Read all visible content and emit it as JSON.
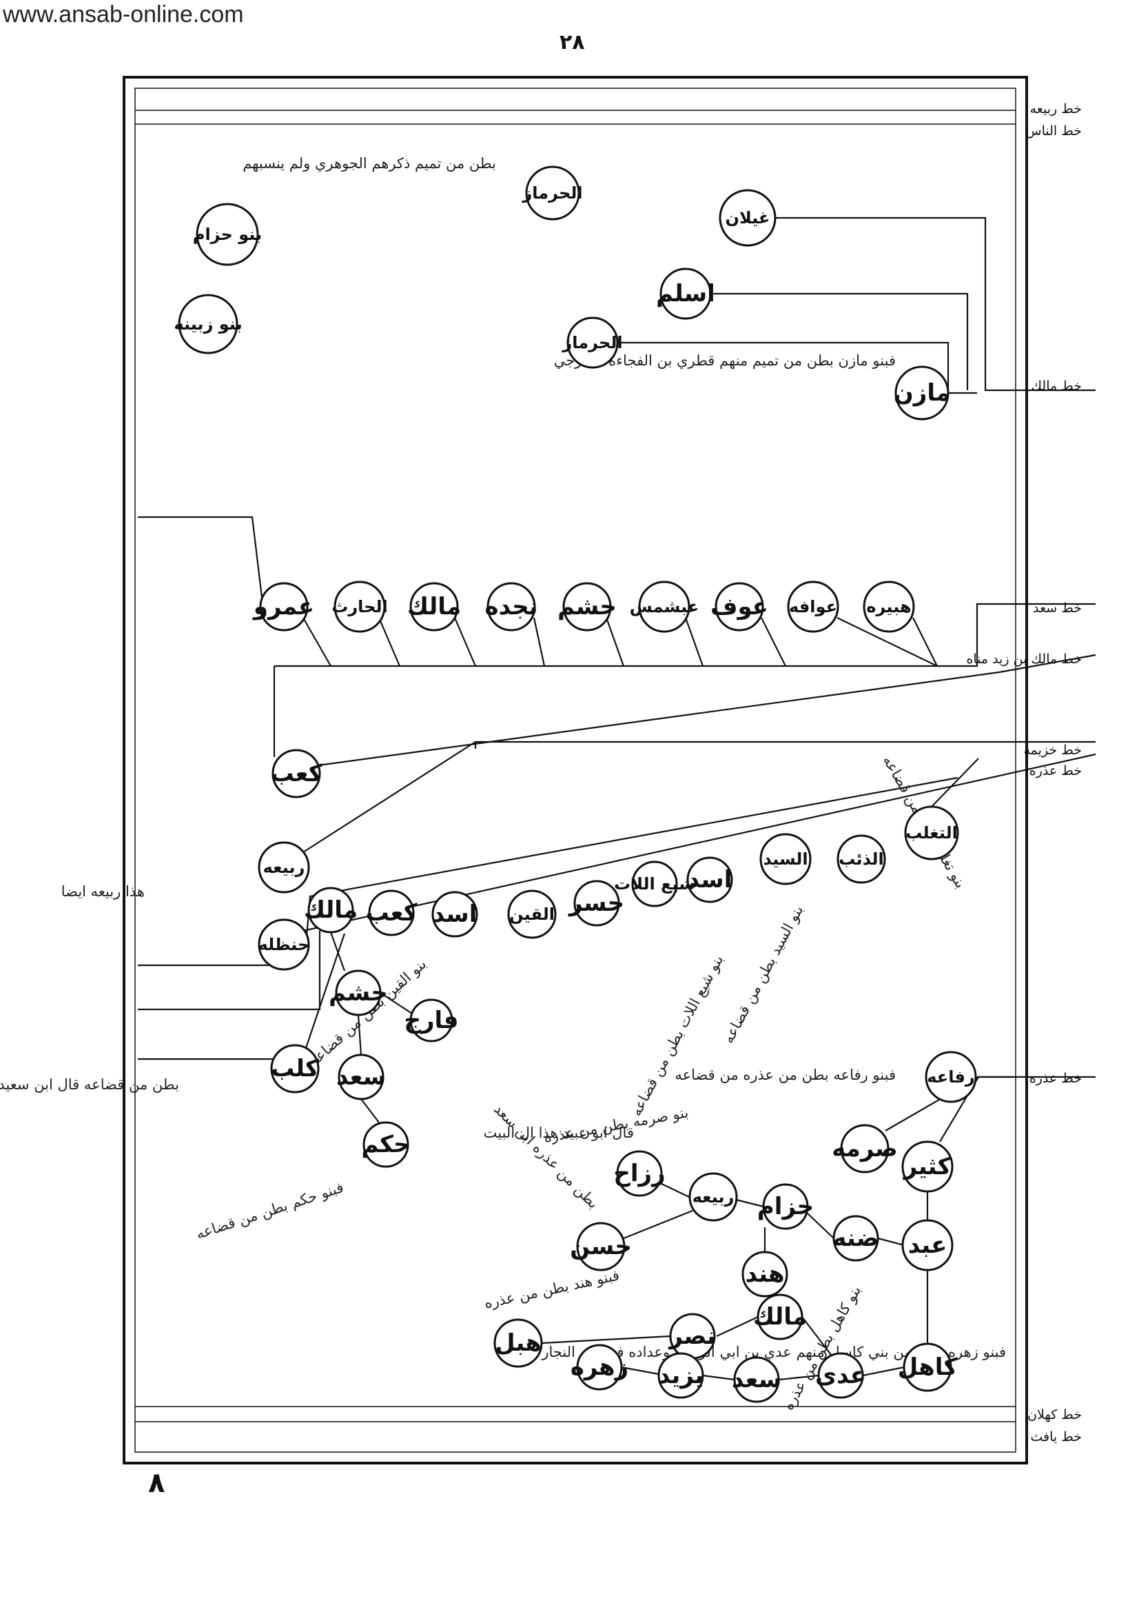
{
  "site": {
    "url": "www.ansab-online.com"
  },
  "page": {
    "number": "٢٨",
    "corner_mark": "٨"
  },
  "line_labels": [
    {
      "id": "rabia",
      "text": "خط ربيعه"
    },
    {
      "id": "nas",
      "text": "خط الناس"
    },
    {
      "id": "malik",
      "text": "خط مالك"
    },
    {
      "id": "saad",
      "text": "خط سعد"
    },
    {
      "id": "malik-zayd",
      "text": "خط مالك بن زيد مناه"
    },
    {
      "id": "khuzayma",
      "text": "خط خزيمه"
    },
    {
      "id": "udra-line",
      "text": "خط عذره"
    },
    {
      "id": "udra",
      "text": "خط عذره"
    },
    {
      "id": "kahlan",
      "text": "خط كهلان"
    },
    {
      "id": "yafith",
      "text": "خط يافث"
    }
  ],
  "nodes": [
    {
      "id": "ghaylan",
      "label": "غيلان"
    },
    {
      "id": "aslam",
      "label": "اسلم"
    },
    {
      "id": "hurmaz-top",
      "label": "الحرماز"
    },
    {
      "id": "hurmaz",
      "label": "الحرماز"
    },
    {
      "id": "mazin",
      "label": "مازن"
    },
    {
      "id": "banu-hizam",
      "label": "بنو حزام"
    },
    {
      "id": "banu-zubayna",
      "label": "بنو زبينه"
    },
    {
      "id": "hubayra",
      "label": "هبيره"
    },
    {
      "id": "awafa",
      "label": "عوافه"
    },
    {
      "id": "awf",
      "label": "عوف"
    },
    {
      "id": "abd-shams",
      "label": "عبشمس"
    },
    {
      "id": "jusham-1",
      "label": "جشم"
    },
    {
      "id": "najda",
      "label": "نجده"
    },
    {
      "id": "malik-1",
      "label": "مالك"
    },
    {
      "id": "harith",
      "label": "الحارث"
    },
    {
      "id": "amr",
      "label": "عمرو"
    },
    {
      "id": "kaab-1",
      "label": "كعب"
    },
    {
      "id": "rabia",
      "label": "ربيعه"
    },
    {
      "id": "hanzala",
      "label": "حنظله"
    },
    {
      "id": "taghlib",
      "label": "التغلب"
    },
    {
      "id": "dhib",
      "label": "الذئب"
    },
    {
      "id": "sayyid",
      "label": "السيد"
    },
    {
      "id": "asad-1",
      "label": "اسد"
    },
    {
      "id": "shaya-allat",
      "label": "شيع اللات"
    },
    {
      "id": "jasr",
      "label": "جسر"
    },
    {
      "id": "qayn",
      "label": "القين"
    },
    {
      "id": "asad-2",
      "label": "اسد"
    },
    {
      "id": "kaab-2",
      "label": "كعب"
    },
    {
      "id": "malik-2",
      "label": "مالك"
    },
    {
      "id": "jusham-2",
      "label": "جشم"
    },
    {
      "id": "farij",
      "label": "فارج"
    },
    {
      "id": "kalb",
      "label": "كلب"
    },
    {
      "id": "saad-1",
      "label": "سعد"
    },
    {
      "id": "hakam",
      "label": "حكم"
    },
    {
      "id": "rifaa",
      "label": "رفاعه"
    },
    {
      "id": "sirma",
      "label": "صرمه"
    },
    {
      "id": "kathir",
      "label": "كثير"
    },
    {
      "id": "zirah",
      "label": "رزاح"
    },
    {
      "id": "rabia-2",
      "label": "ربيعه"
    },
    {
      "id": "hizam",
      "label": "حزام"
    },
    {
      "id": "dabba",
      "label": "ضنه"
    },
    {
      "id": "abd",
      "label": "عبد"
    },
    {
      "id": "hasan",
      "label": "حسن"
    },
    {
      "id": "hind",
      "label": "هند"
    },
    {
      "id": "hubal",
      "label": "هبل"
    },
    {
      "id": "nasr",
      "label": "نصر"
    },
    {
      "id": "malik-3",
      "label": "مالك"
    },
    {
      "id": "zuhra",
      "label": "زهره"
    },
    {
      "id": "yazid",
      "label": "يزيد"
    },
    {
      "id": "saad-2",
      "label": "سعد"
    },
    {
      "id": "adi",
      "label": "عدى"
    },
    {
      "id": "kahil",
      "label": "كاهل"
    }
  ],
  "notes": [
    {
      "id": "hurmaz-note",
      "text": "بطن من تميم ذكرهم الجوهري ولم ينسبهم"
    },
    {
      "id": "mazin-note",
      "text": "فبنو مازن بطن من تميم منهم قطري بن الفجاءة الخارجي"
    },
    {
      "id": "rifaa-note",
      "text": "فبنو رفاعه بطن من عذره من قضاعه"
    },
    {
      "id": "zuhra-note",
      "text": "فبنو زهره بطن من بني كاسل منهم عدي بن ابي الزعباء وعداده في بني النجار"
    },
    {
      "id": "hind-note",
      "text": "فبنو هند بطن من عذره"
    },
    {
      "id": "hakam-note",
      "text": "فبنو حكم بطن من قضاعه"
    },
    {
      "id": "kalb-note",
      "text": "بطن من قضاعه قال ابن سعيد وبقيتهم منهم مسلمون و نصارى"
    },
    {
      "id": "hanzala-note",
      "text": "هذا ربيعه ايضا"
    },
    {
      "id": "zirah-note",
      "text": "قال ابو عبيد هذا ال البيت"
    },
    {
      "id": "sirma-note",
      "text": "بنو صرمه بطن من عذره"
    },
    {
      "id": "taghlib-note",
      "text": "بنو تغلب بطن من قضاعه"
    },
    {
      "id": "sayyid-note",
      "text": "بنو السيد بطن من قضاعه"
    },
    {
      "id": "shaya-note",
      "text": "بنو شيع اللات بطن من قضاعه"
    },
    {
      "id": "kahil-note",
      "text": "بنو كاهل بطن من عذره"
    },
    {
      "id": "saad-udra-note",
      "text": "بطن من عذره ابن سعد"
    },
    {
      "id": "qayn-note",
      "text": "بنو القين بطن من قضاعه"
    }
  ]
}
